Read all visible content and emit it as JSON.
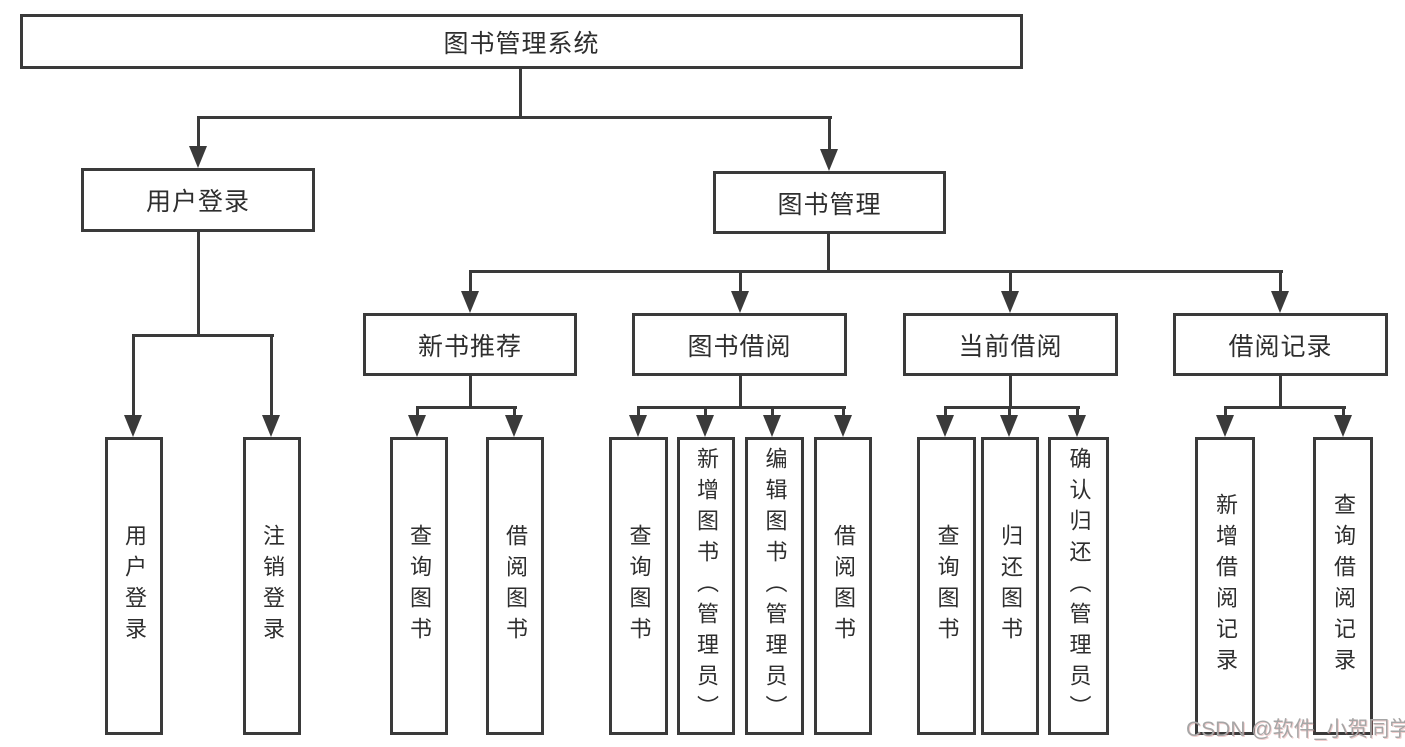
{
  "diagram": {
    "root": {
      "label": "图书管理系统"
    },
    "level2": [
      {
        "id": "user-login",
        "label": "用户登录"
      },
      {
        "id": "book-management",
        "label": "图书管理"
      }
    ],
    "level3": [
      {
        "id": "new-book-recommend",
        "label": "新书推荐",
        "parent": "图书管理"
      },
      {
        "id": "book-borrow",
        "label": "图书借阅",
        "parent": "图书管理"
      },
      {
        "id": "current-borrow",
        "label": "当前借阅",
        "parent": "图书管理"
      },
      {
        "id": "borrow-records",
        "label": "借阅记录",
        "parent": "图书管理"
      }
    ],
    "leaves": [
      {
        "label": "用户登录",
        "parent": "用户登录"
      },
      {
        "label": "注销登录",
        "parent": "用户登录"
      },
      {
        "label": "查询图书",
        "parent": "新书推荐"
      },
      {
        "label": "借阅图书",
        "parent": "新书推荐"
      },
      {
        "label": "查询图书",
        "parent": "图书借阅"
      },
      {
        "label": "新增图书（管理员）",
        "parent": "图书借阅"
      },
      {
        "label": "编辑图书（管理员）",
        "parent": "图书借阅"
      },
      {
        "label": "借阅图书",
        "parent": "图书借阅"
      },
      {
        "label": "查询图书",
        "parent": "当前借阅"
      },
      {
        "label": "归还图书",
        "parent": "当前借阅"
      },
      {
        "label": "确认归还（管理员）",
        "parent": "当前借阅"
      },
      {
        "label": "新增借阅记录",
        "parent": "借阅记录"
      },
      {
        "label": "查询借阅记录",
        "parent": "借阅记录"
      }
    ]
  },
  "watermark": {
    "text": "CSDN @软件_小贺同学"
  },
  "colors": {
    "line": "#3a3a3a",
    "text": "#2e2e2e",
    "box_fill": "#ffffff",
    "background": "#ffffff",
    "watermark": "#a6a6a6"
  }
}
